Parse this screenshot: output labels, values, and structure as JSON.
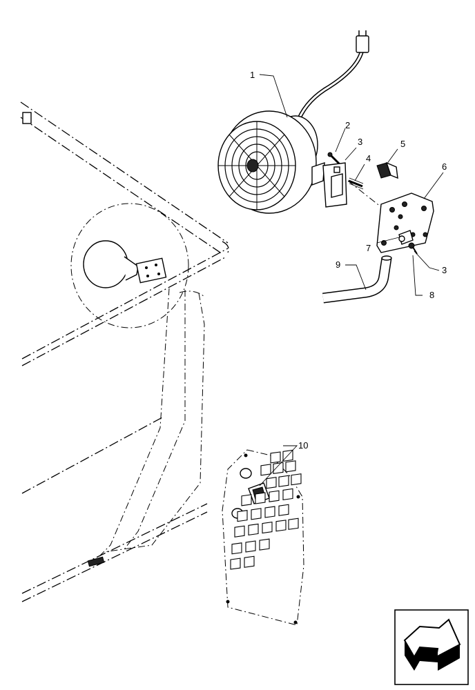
{
  "callouts": {
    "c1": "1",
    "c2": "2",
    "c3a": "3",
    "c4": "4",
    "c5": "5",
    "c6": "6",
    "c7": "7",
    "c3b": "3",
    "c8": "8",
    "c9": "9",
    "c10": "10"
  },
  "icons": {
    "nav": "forward-arrow-icon"
  }
}
